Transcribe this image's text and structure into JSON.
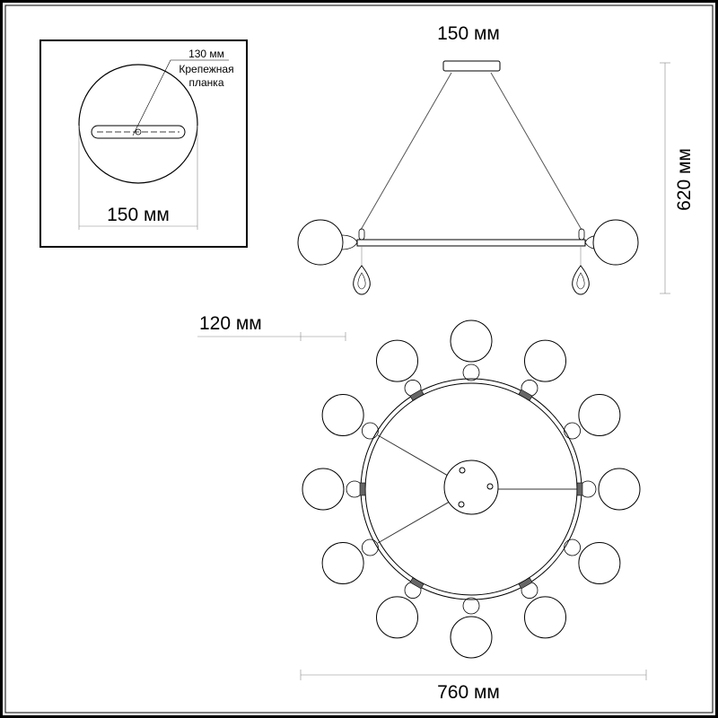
{
  "inset": {
    "plate_dim": "130 мм",
    "plate_label_1": "Крепежная",
    "plate_label_2": "планка",
    "width_dim": "150 мм"
  },
  "side_view": {
    "canopy_dim": "150 мм",
    "height_dim": "620 мм"
  },
  "bottom_view": {
    "offset_dim": "120 мм",
    "diameter_dim": "760 мм",
    "globe_count": 12
  }
}
